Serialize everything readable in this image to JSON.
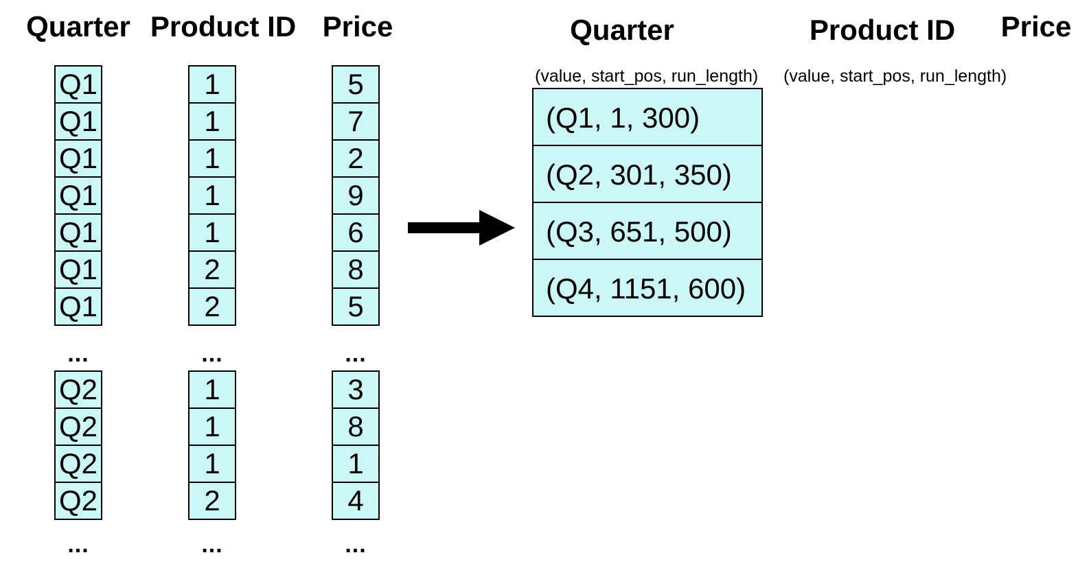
{
  "left_table": {
    "columns": [
      {
        "header": "Quarter",
        "group1": [
          "Q1",
          "Q1",
          "Q1",
          "Q1",
          "Q1",
          "Q1",
          "Q1"
        ],
        "group2": [
          "Q2",
          "Q2",
          "Q2",
          "Q2"
        ]
      },
      {
        "header": "Product ID",
        "group1": [
          "1",
          "1",
          "1",
          "1",
          "1",
          "2",
          "2"
        ],
        "group2": [
          "1",
          "1",
          "1",
          "2"
        ]
      },
      {
        "header": "Price",
        "group1": [
          "5",
          "7",
          "2",
          "9",
          "6",
          "8",
          "5"
        ],
        "group2": [
          "3",
          "8",
          "1",
          "4"
        ]
      }
    ],
    "ellipsis": "..."
  },
  "right_table": {
    "headers": [
      "Quarter",
      "Product ID",
      "Price"
    ],
    "quarter_subtitle": "(value, start_pos, run_length)",
    "product_subtitle": "(value, start_pos, run_length)",
    "quarter_runs": [
      "(Q1, 1, 300)",
      "(Q2, 301, 350)",
      "(Q3, 651, 500)",
      "(Q4, 1151, 600)"
    ]
  },
  "colors": {
    "cell_fill": "#ccf7f7",
    "border": "#000000",
    "arrow": "#000000"
  },
  "icons": {
    "arrow": "right-arrow-icon"
  }
}
